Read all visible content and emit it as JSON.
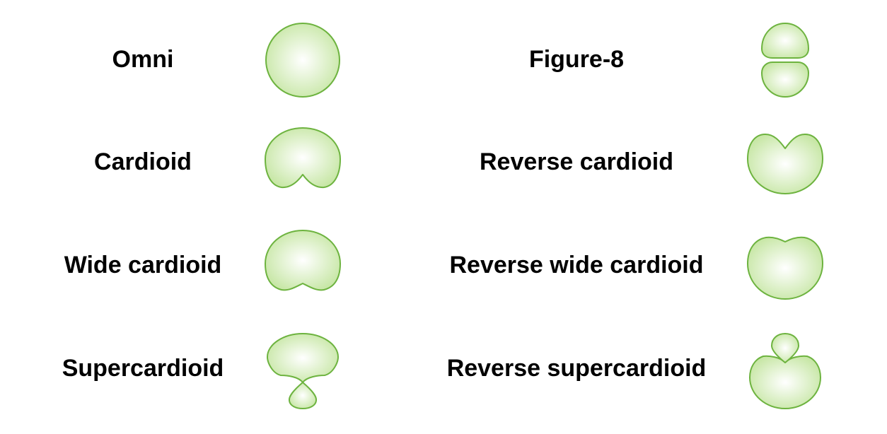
{
  "patterns": [
    {
      "id": "omni",
      "label": "Omni"
    },
    {
      "id": "cardioid",
      "label": "Cardioid"
    },
    {
      "id": "wide-cardioid",
      "label": "Wide cardioid"
    },
    {
      "id": "supercardioid",
      "label": "Supercardioid"
    },
    {
      "id": "figure-8",
      "label": "Figure-8"
    },
    {
      "id": "reverse-cardioid",
      "label": "Reverse cardioid"
    },
    {
      "id": "reverse-wide-cardioid",
      "label": "Reverse wide cardioid"
    },
    {
      "id": "reverse-supercardioid",
      "label": "Reverse supercardioid"
    }
  ],
  "colors": {
    "stroke": "#6db33f",
    "fill_center": "#ffffff",
    "fill_edge": "#c8e7a7",
    "text": "#000000"
  },
  "icons": [
    "omni-pattern-icon",
    "cardioid-pattern-icon",
    "wide-cardioid-pattern-icon",
    "supercardioid-pattern-icon",
    "figure-8-pattern-icon",
    "reverse-cardioid-pattern-icon",
    "reverse-wide-cardioid-pattern-icon",
    "reverse-supercardioid-pattern-icon"
  ]
}
